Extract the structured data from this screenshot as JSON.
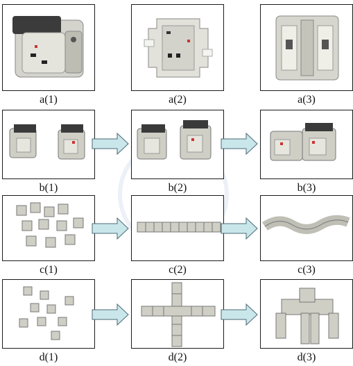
{
  "captions": {
    "a1": "a(1)",
    "a2": "a(2)",
    "a3": "a(3)",
    "b1": "b(1)",
    "b2": "b(2)",
    "b3": "b(3)",
    "c1": "c(1)",
    "c2": "c(2)",
    "c3": "c(3)",
    "d1": "d(1)",
    "d2": "d(2)",
    "d3": "d(3)"
  },
  "colors": {
    "arrow_fill": "#c9e6ea",
    "arrow_stroke": "#4a6a74",
    "module_body": "#cfcfc6",
    "frame": "#1a1a1a"
  }
}
